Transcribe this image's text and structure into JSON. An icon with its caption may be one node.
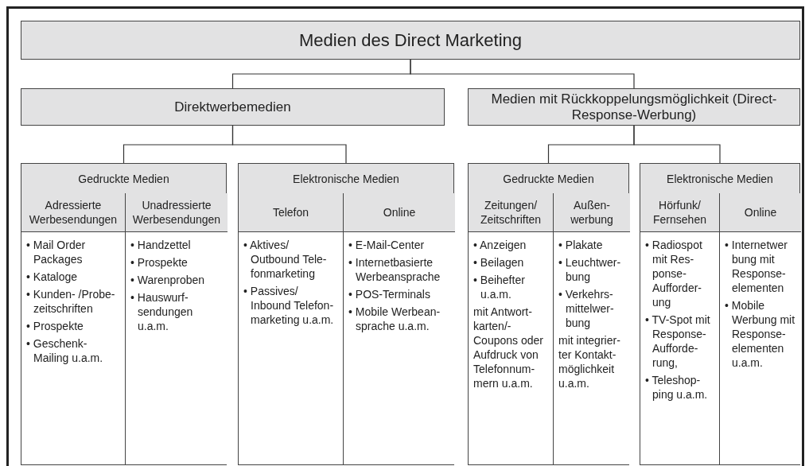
{
  "diagram": {
    "nodes": [
      {
        "text": [
          "Medien des Direct Marketing"
        ]
      },
      {
        "text": [
          "Direktwerbemedien"
        ]
      },
      {
        "text": [
          "Medien mit Rückkoppelungsmöglichkeit (Direct-Response-Werbung)"
        ]
      },
      {
        "text": [
          "Gedruckte Medien"
        ]
      },
      {
        "text": [
          "Adressierte Werbesendungen",
          "• Mail Order Packages",
          "• Kataloge",
          "• Kunden- /Probe- zeitschriften",
          "• Prospekte",
          "• Geschenk- Mailing u.a.m."
        ],
        "in": 3
      },
      {
        "text": [
          "Unadressierte Werbesendungen",
          "• Handzettel",
          "• Prospekte",
          "• Warenproben",
          "• Hauswurf- sendungen u.a.m."
        ],
        "in": 3
      },
      {
        "text": [
          "Elektronische Medien"
        ]
      },
      {
        "text": [
          "Telefon",
          "• Aktives/ Outbound Tele- fonmarketing",
          "• Passives/ Inbound Telefon- marketing u.a.m."
        ],
        "in": 6
      },
      {
        "text": [
          "Online",
          "• E-Mail-Center",
          "• Internetbasierte Werbeansprache",
          "• POS-Terminals",
          "• Mobile Werbean- sprache u.a.m."
        ],
        "in": 6
      },
      {
        "text": [
          "Gedruckte Medien"
        ]
      },
      {
        "text": [
          "Zeitungen/ Zeitschriften",
          "• Anzeigen",
          "• Beilagen",
          "• Beihefter u.a.m.",
          "mit Antwort- karten/- Coupons oder Aufdruck von Telefonnum- mern u.a.m."
        ],
        "in": 9
      },
      {
        "text": [
          "Außen- werbung",
          "• Plakate",
          "• Leuchtwer- bung",
          "• Verkehrs- mittelwer- bung",
          "mit integrier- ter Kontakt- möglichkeit u.a.m."
        ],
        "in": 9
      },
      {
        "text": [
          "Elektronische Medien"
        ]
      },
      {
        "text": [
          "Hörfunk/ Fernsehen",
          "• Radiospot mit Res- ponse- Aufforder- ung",
          "• TV-Spot mit Response- Aufforde- rung,",
          "• Teleshop- ping u.a.m."
        ],
        "in": 12
      },
      {
        "text": [
          "Online",
          "• Internetwer bung mit Response- elementen",
          "• Mobile Werbung mit Response- elementen u.a.m."
        ],
        "in": 12
      }
    ],
    "edges": [
      {
        "from": 0,
        "to": 1,
        "arrow": "none"
      },
      {
        "from": 0,
        "to": 2,
        "arrow": "none"
      },
      {
        "from": 1,
        "to": 3,
        "arrow": "none"
      },
      {
        "from": 1,
        "to": 6,
        "arrow": "none"
      },
      {
        "from": 2,
        "to": 9,
        "arrow": "none"
      },
      {
        "from": 2,
        "to": 12,
        "arrow": "none"
      }
    ]
  }
}
